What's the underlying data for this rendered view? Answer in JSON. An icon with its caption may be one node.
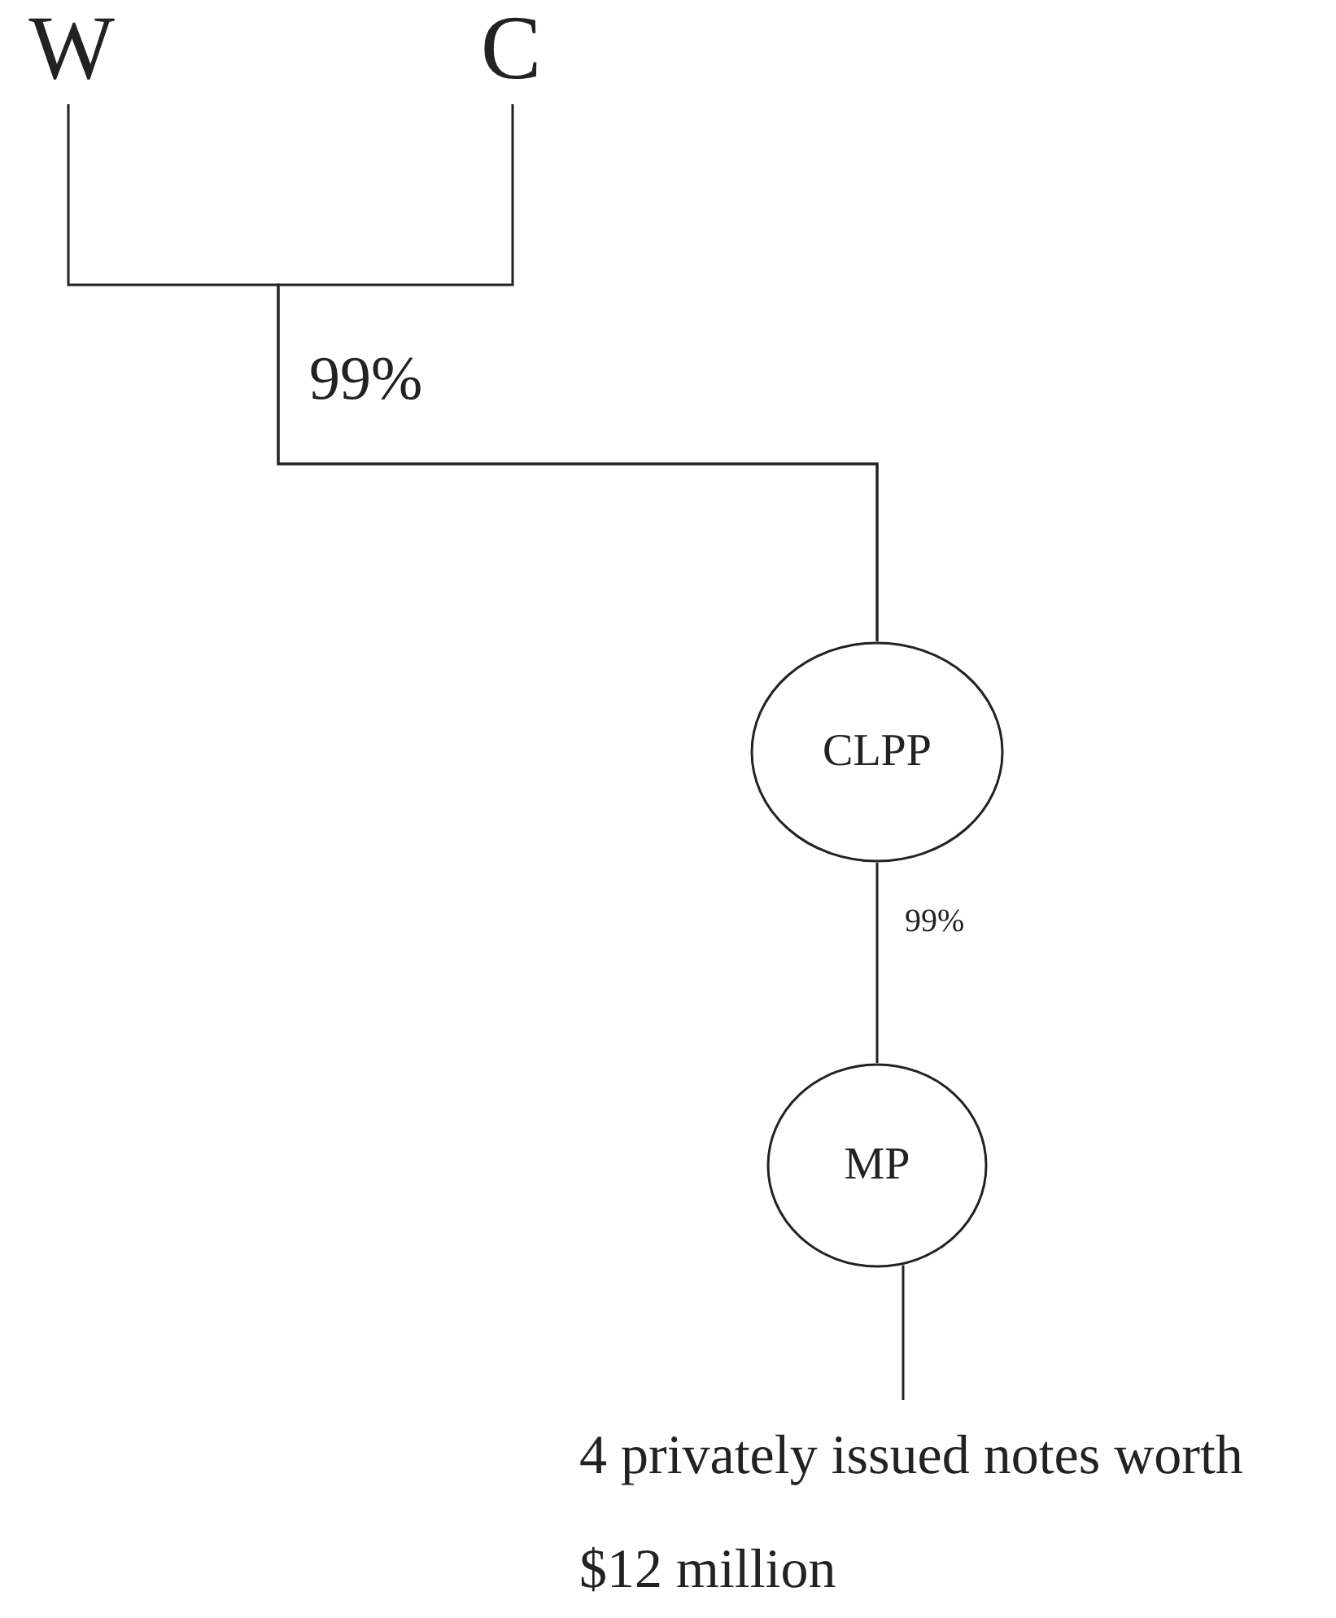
{
  "diagram": {
    "nodes": [
      {
        "text": [
          "W"
        ]
      },
      {
        "text": [
          "C"
        ]
      },
      {
        "text": [
          "CLPP"
        ]
      },
      {
        "text": [
          "MP"
        ]
      },
      {
        "text": [
          "4 privately issued notes worth $12 million"
        ]
      }
    ],
    "edges": [
      {
        "from": 0,
        "to": 2,
        "arrow": "none",
        "label": "99%"
      },
      {
        "from": 1,
        "to": 2,
        "arrow": "none"
      },
      {
        "from": 2,
        "to": 3,
        "arrow": "none",
        "label": "99%"
      },
      {
        "from": 3,
        "to": 4,
        "arrow": "none"
      }
    ]
  }
}
